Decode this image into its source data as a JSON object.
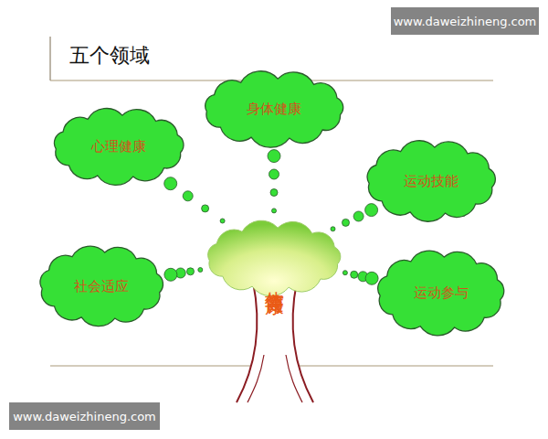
{
  "diagram": {
    "title": "五个领域",
    "nodes": [
      {
        "text": [
          "身体健康"
        ]
      },
      {
        "text": [
          "心理健康"
        ]
      },
      {
        "text": [
          "运动技能"
        ]
      },
      {
        "text": [
          "社会适应"
        ]
      },
      {
        "text": [
          "运动参与"
        ]
      },
      {
        "text": [
          "体育与健康"
        ]
      }
    ],
    "edges": [
      {
        "from": 5,
        "to": 0,
        "arrow": "none"
      },
      {
        "from": 5,
        "to": 1,
        "arrow": "none"
      },
      {
        "from": 5,
        "to": 2,
        "arrow": "none"
      },
      {
        "from": 5,
        "to": 3,
        "arrow": "none"
      },
      {
        "from": 5,
        "to": 4,
        "arrow": "none"
      }
    ],
    "labels": [
      "www.daweizhineng.com",
      "www.daweizhineng.com"
    ]
  }
}
